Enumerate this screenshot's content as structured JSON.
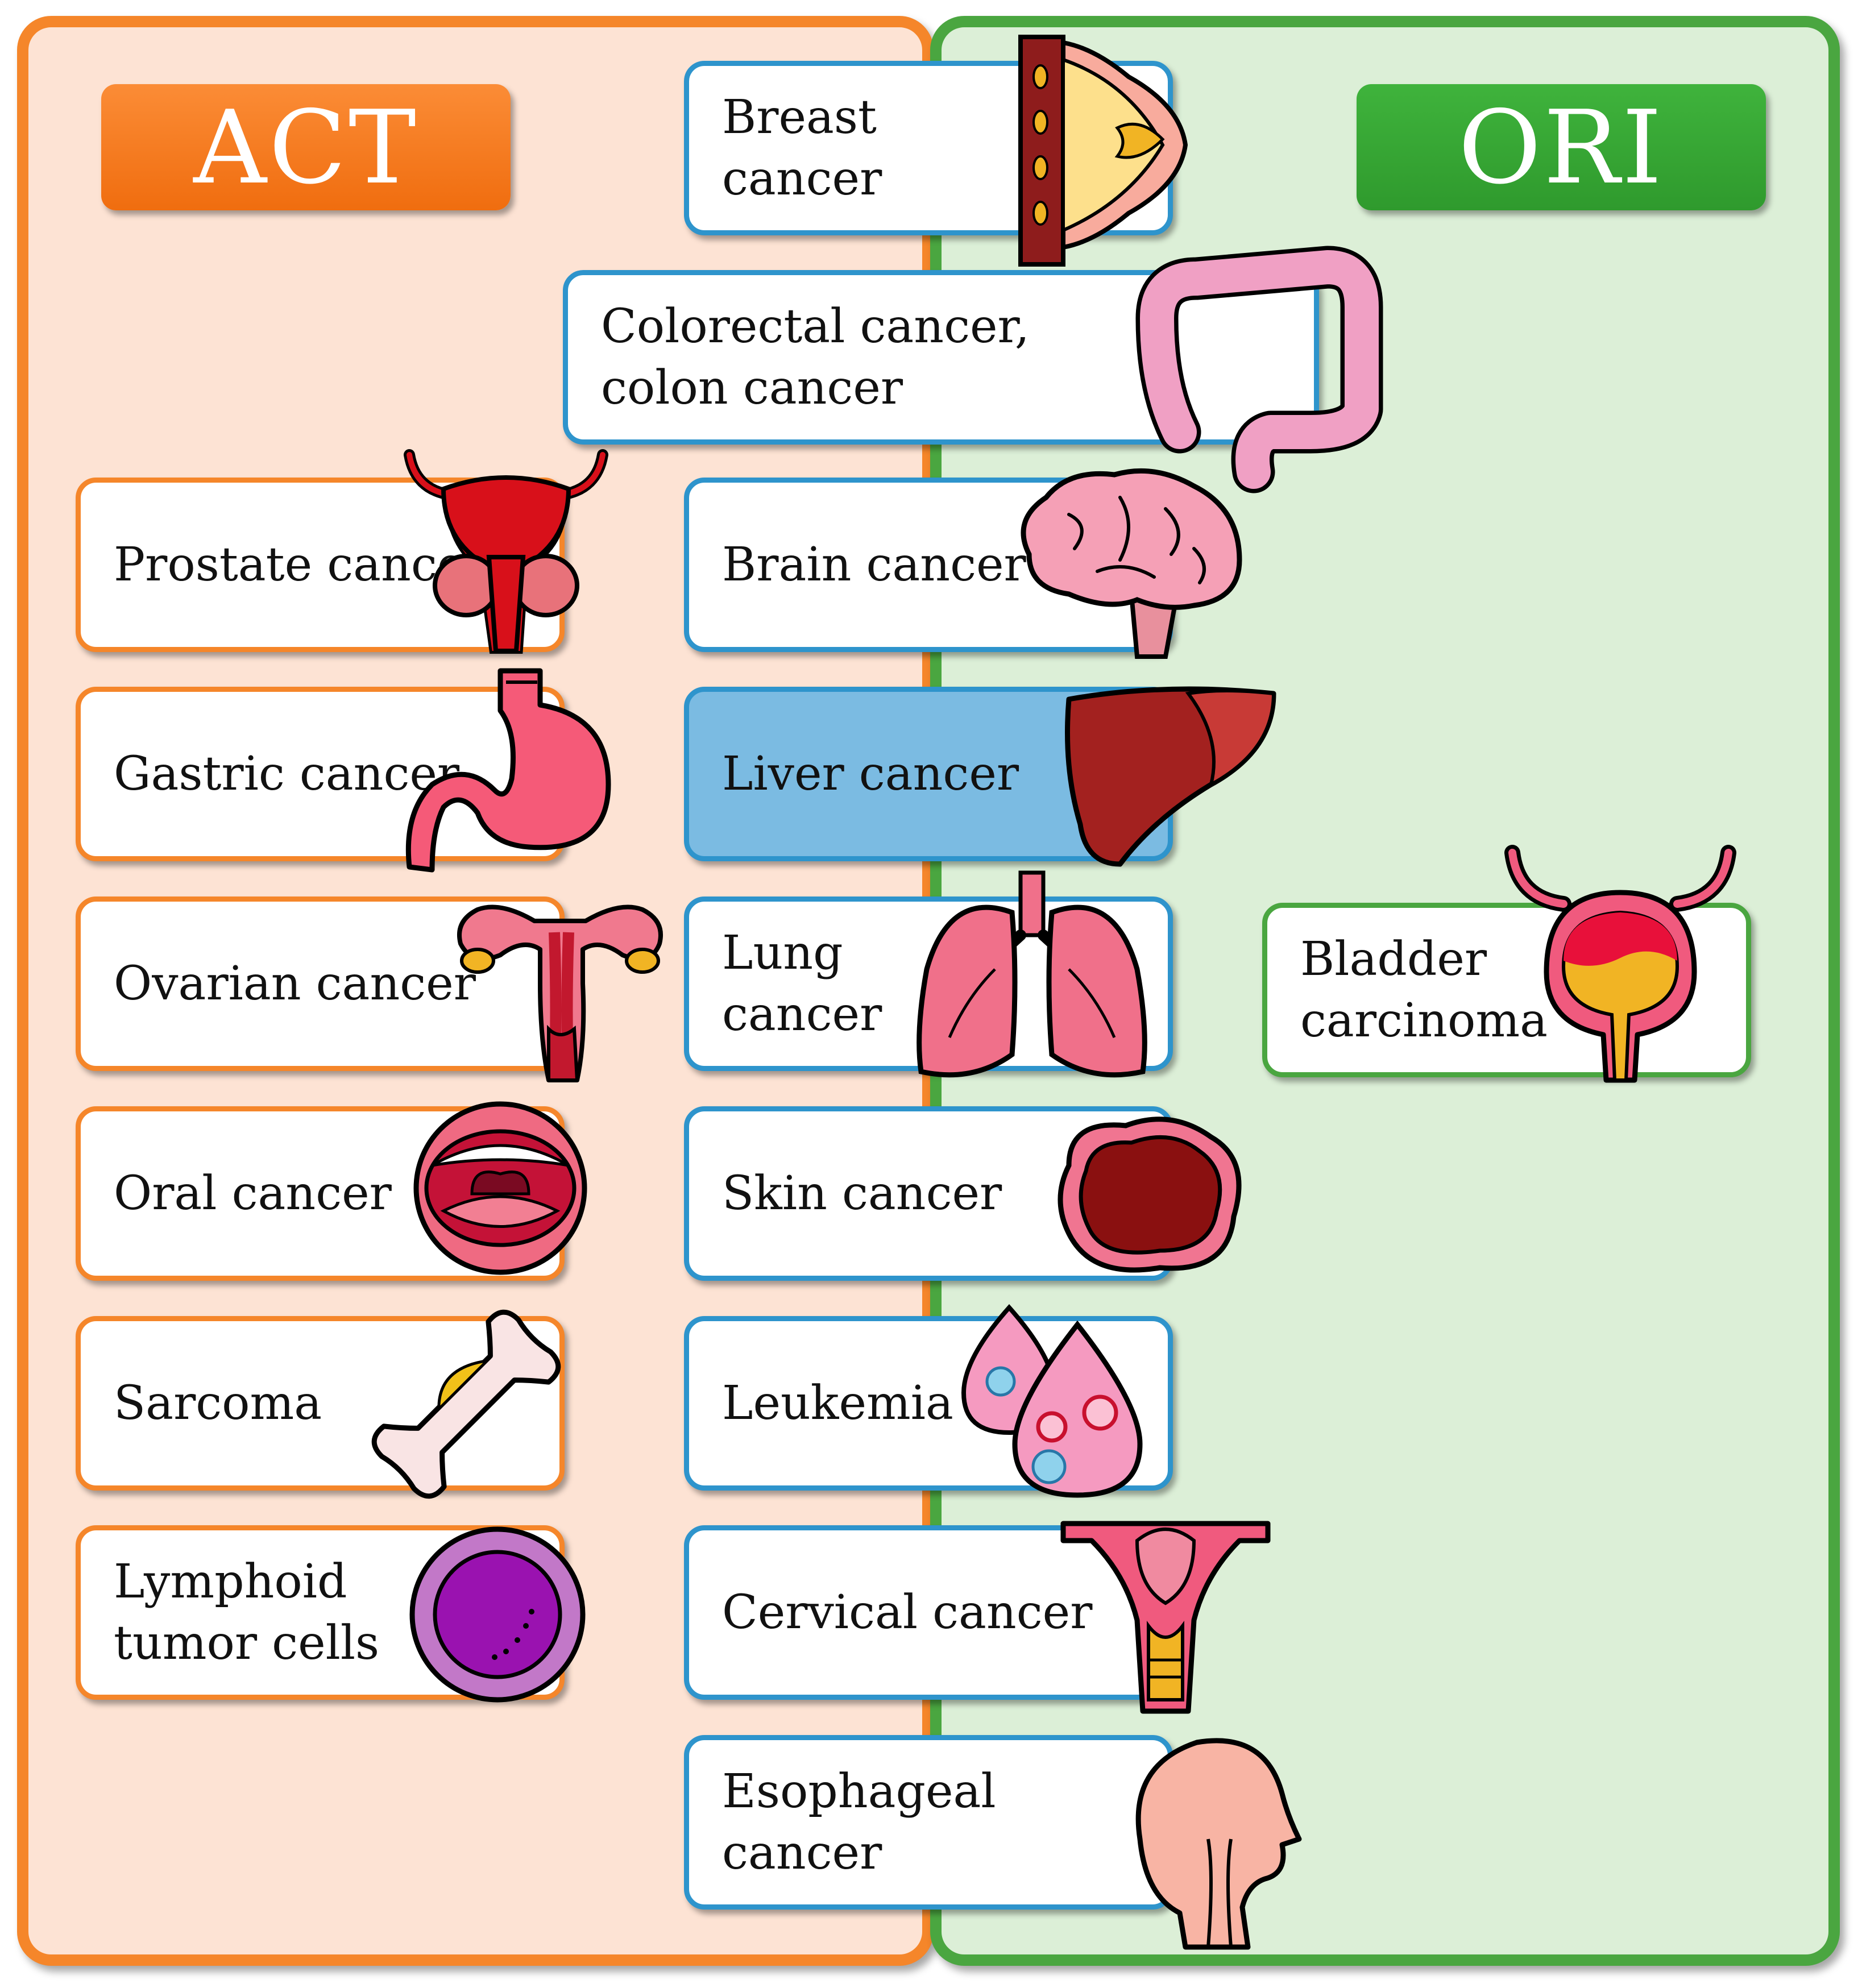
{
  "act": {
    "header": "ACT",
    "items": [
      {
        "lines": [
          "Prostate cancer"
        ],
        "icon": "prostate-icon"
      },
      {
        "lines": [
          "Gastric cancer"
        ],
        "icon": "stomach-icon"
      },
      {
        "lines": [
          "Ovarian cancer"
        ],
        "icon": "ovary-uterus-icon"
      },
      {
        "lines": [
          "Oral cancer"
        ],
        "icon": "open-mouth-icon"
      },
      {
        "lines": [
          "Sarcoma"
        ],
        "icon": "bone-icon"
      },
      {
        "lines": [
          "Lymphoid",
          "tumor cells"
        ],
        "icon": "lymphocyte-icon"
      }
    ]
  },
  "shared": {
    "items": [
      {
        "lines": [
          "Breast",
          "cancer"
        ],
        "icon": "breast-icon"
      },
      {
        "lines": [
          "Colorectal cancer,",
          "colon cancer"
        ],
        "icon": "colon-icon"
      },
      {
        "lines": [
          "Brain cancer"
        ],
        "icon": "brain-icon"
      },
      {
        "lines": [
          "Liver cancer"
        ],
        "icon": "liver-icon",
        "highlighted": true
      },
      {
        "lines": [
          "Lung",
          "cancer"
        ],
        "icon": "lungs-icon"
      },
      {
        "lines": [
          "Skin cancer"
        ],
        "icon": "skin-lesion-icon"
      },
      {
        "lines": [
          "Leukemia"
        ],
        "icon": "blood-drops-icon"
      },
      {
        "lines": [
          "Cervical cancer"
        ],
        "icon": "cervix-icon"
      },
      {
        "lines": [
          "Esophageal",
          "cancer"
        ],
        "icon": "head-esophagus-icon"
      }
    ]
  },
  "ori": {
    "header": "ORI",
    "items": [
      {
        "lines": [
          "Bladder",
          "carcinoma"
        ],
        "icon": "bladder-icon"
      }
    ]
  },
  "colors": {
    "act_border": "#f5862a",
    "act_background": "#fde3d4",
    "ori_border": "#4aa640",
    "ori_background": "#dcefd7",
    "shared_border": "#2e94cc",
    "highlight": "#7bbbe2"
  }
}
